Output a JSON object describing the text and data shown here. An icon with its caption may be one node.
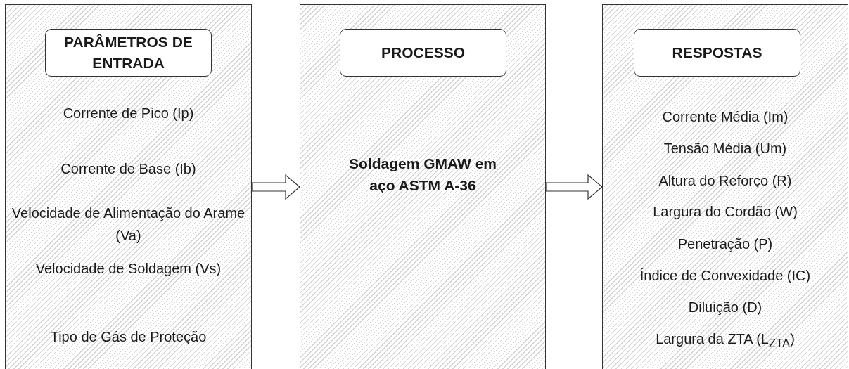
{
  "diagram": {
    "nodes": [
      {
        "text": [
          "Corrente de Pico (Ip)",
          "Corrente de Base (Ib)",
          "Velocidade de Alimentação do Arame (Va)",
          "Velocidade de Soldagem (Vs)",
          "Tipo de Gás de Proteção"
        ]
      },
      {
        "text": [
          "PARÂMETROS DE ENTRADA"
        ],
        "in": 0
      },
      {
        "text": [
          "Soldagem GMAW em aço ASTM A-36"
        ]
      },
      {
        "text": [
          "PROCESSO"
        ],
        "in": 2
      },
      {
        "text": [
          "Corrente Média (Im)",
          "Tensão Média (Um)",
          "Altura do Reforço (R)",
          "Largura do Cordão (W)",
          "Penetração (P)",
          "Índice de Convexidade (IC)",
          "Diluição (D)",
          "Largura da ZTA (L$_{ZTA}$)"
        ]
      },
      {
        "text": [
          "RESPOSTAS"
        ],
        "in": 4
      }
    ],
    "edges": [
      {
        "from": 0,
        "to": 2,
        "arrow": "to"
      },
      {
        "from": 2,
        "to": 4,
        "arrow": "to"
      }
    ]
  }
}
